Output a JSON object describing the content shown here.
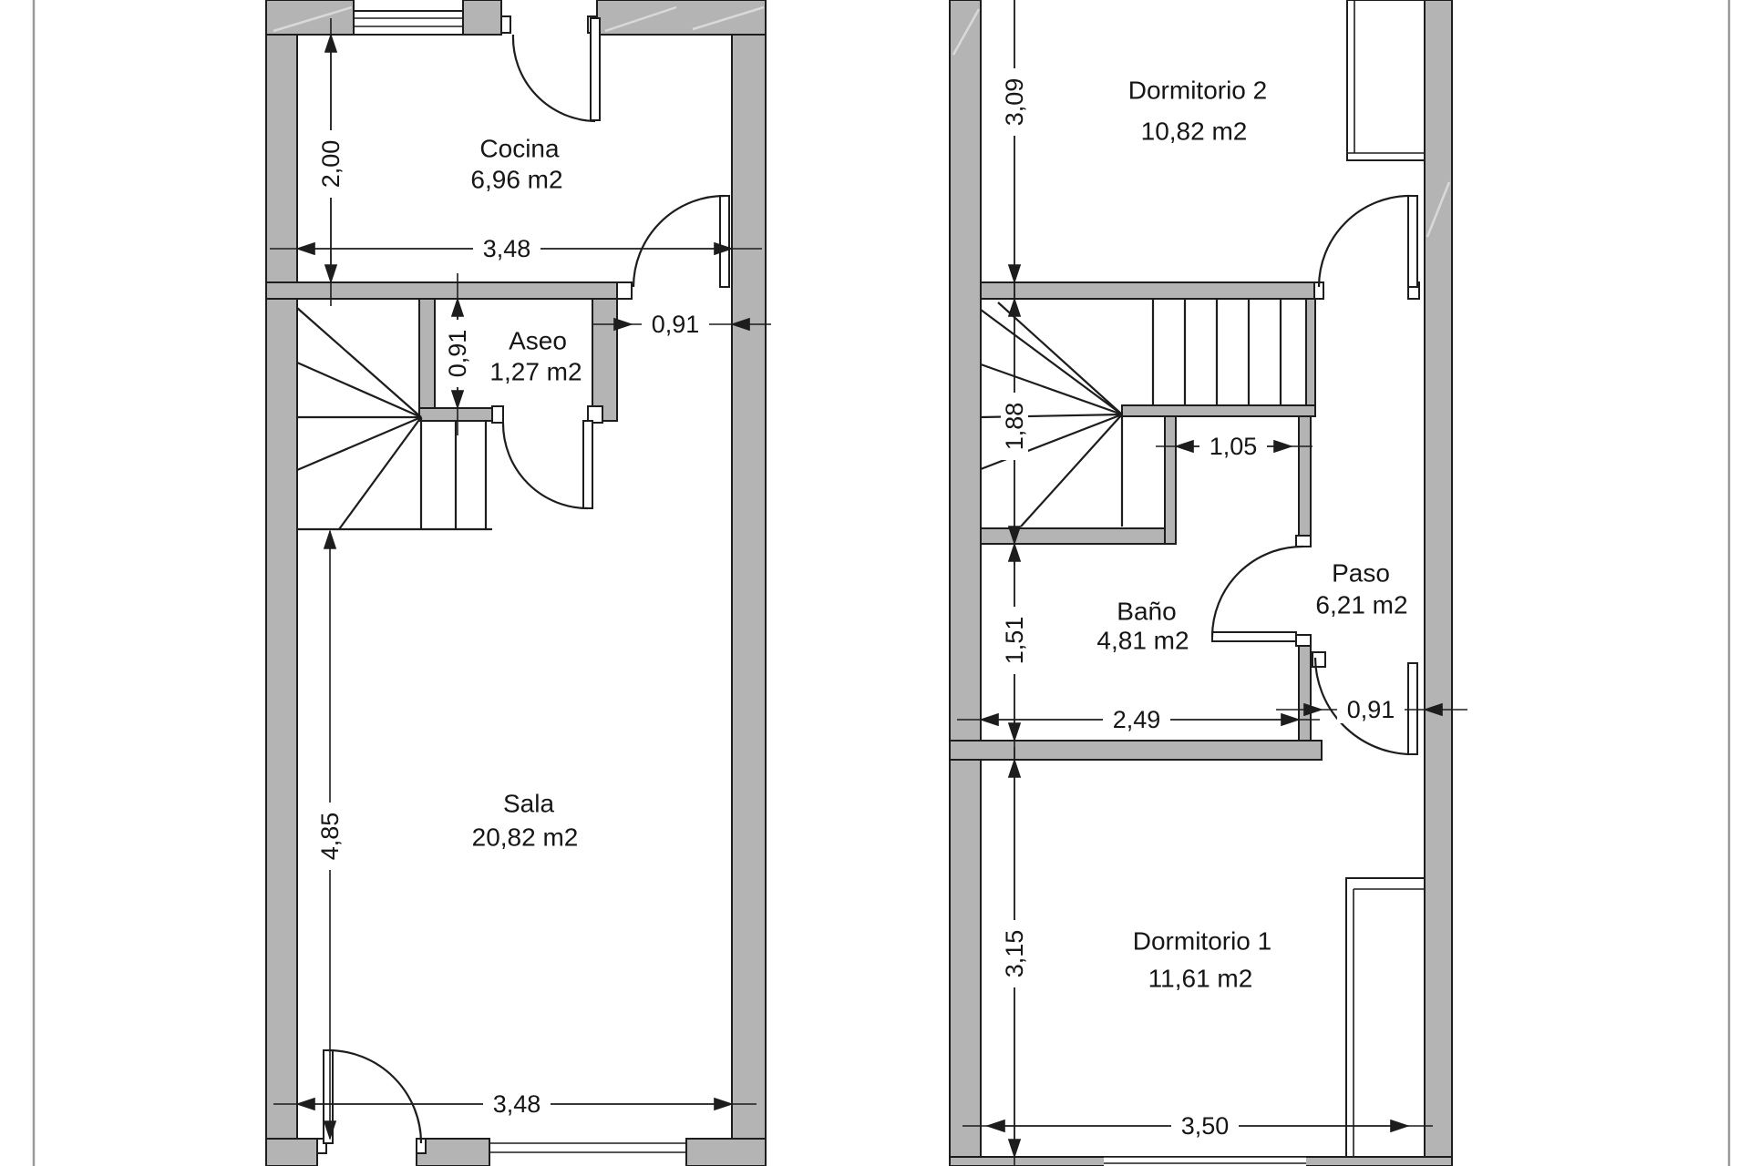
{
  "document": {
    "type": "floor-plan",
    "units": "m"
  },
  "colors": {
    "wall_fill": "#b4b4b4",
    "line": "#1d1d1d",
    "frame": "#9a9a9a",
    "background": "#ffffff"
  },
  "ground_floor": {
    "rooms": {
      "cocina": {
        "name": "Cocina",
        "area": "6,96 m2"
      },
      "aseo": {
        "name": "Aseo",
        "area": "1,27 m2"
      },
      "sala": {
        "name": "Sala",
        "area": "20,82 m2"
      }
    },
    "dims": {
      "cocina_height": "2,00",
      "cocina_width": "3,48",
      "cocina_door_width": "0,91",
      "aseo_height": "0,91",
      "sala_height": "4,85",
      "sala_width": "3,48"
    }
  },
  "upper_floor": {
    "rooms": {
      "dormitorio2": {
        "name": "Dormitorio 2",
        "area": "10,82 m2"
      },
      "bano": {
        "name": "Baño",
        "area": "4,81 m2"
      },
      "paso": {
        "name": "Paso",
        "area": "6,21 m2"
      },
      "dormitorio1": {
        "name": "Dormitorio 1",
        "area": "11,61 m2"
      }
    },
    "dims": {
      "dorm2_height": "3,09",
      "stairs_height": "1,88",
      "bano_alcove_width": "1,05",
      "bano_height": "1,51",
      "bano_width": "2,49",
      "dorm1_door_width": "0,91",
      "dorm1_height": "3,15",
      "dorm1_width": "3,50"
    }
  }
}
